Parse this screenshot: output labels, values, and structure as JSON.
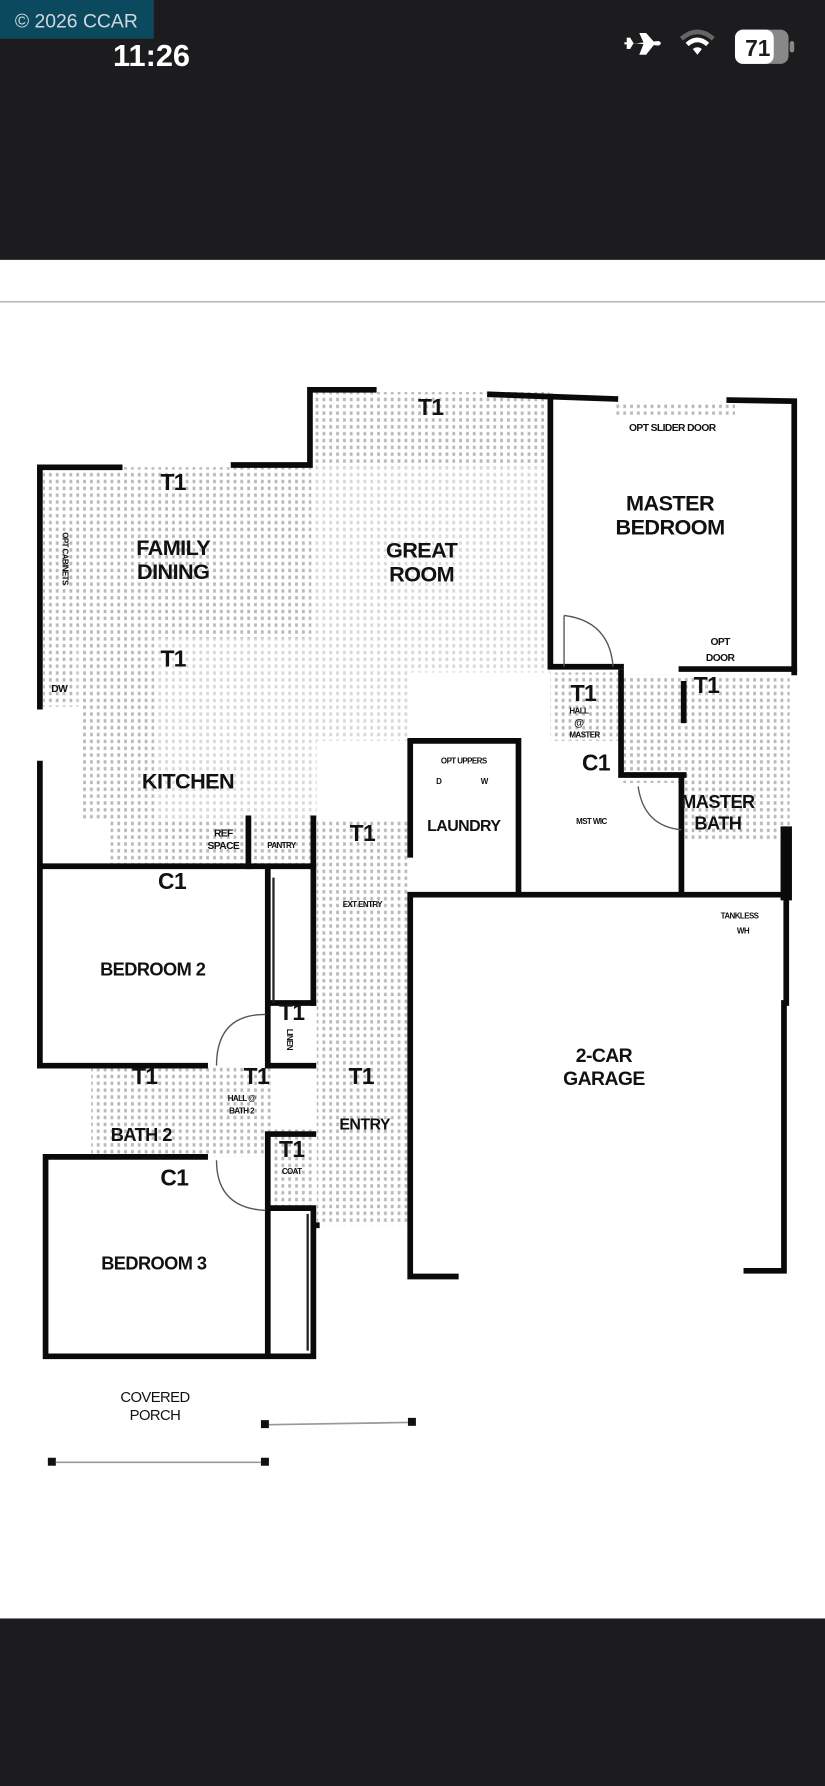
{
  "status_bar": {
    "copyright": "© 2026 CCAR",
    "time": "11:26",
    "battery": "71",
    "icons": [
      "airplane-icon",
      "wifi-icon",
      "battery-icon"
    ],
    "colors": {
      "bar": "#1c1c1e",
      "badge": "#0b4a5e"
    }
  },
  "floorplan": {
    "great_room": [
      "GREAT",
      "ROOM"
    ],
    "family_dining": [
      "FAMILY",
      "DINING"
    ],
    "master_bedroom": [
      "MASTER",
      "BEDROOM"
    ],
    "opt_slider_door": "OPT SLIDER DOOR",
    "opt_cabinets": "OPT CABINETS",
    "dw": "DW",
    "kitchen": "KITCHEN",
    "ref_space": [
      "REF",
      "SPACE"
    ],
    "pantry": "PANTRY",
    "opt_door": [
      "OPT",
      "DOOR"
    ],
    "hall_master": [
      "HALL",
      "@",
      "MASTER"
    ],
    "opt_uppers": "OPT UPPERS",
    "d": "D",
    "w": "W",
    "laundry": "LAUNDRY",
    "mst_wic": "MST WIC",
    "master_bath": [
      "MASTER",
      "BATH"
    ],
    "ext_entry": "EXT ENTRY",
    "tankless_wh": [
      "TANKLESS",
      "WH"
    ],
    "bedroom_2": "BEDROOM 2",
    "linen": "LINEN",
    "garage": [
      "2-CAR",
      "GARAGE"
    ],
    "hall_bath2": [
      "HALL @",
      "BATH 2"
    ],
    "entry": "ENTRY",
    "bath_2": "BATH 2",
    "coat": "COAT",
    "bedroom_3": "BEDROOM 3",
    "covered_porch": [
      "COVERED",
      "PORCH"
    ],
    "t1": "T1",
    "c1": "C1"
  }
}
